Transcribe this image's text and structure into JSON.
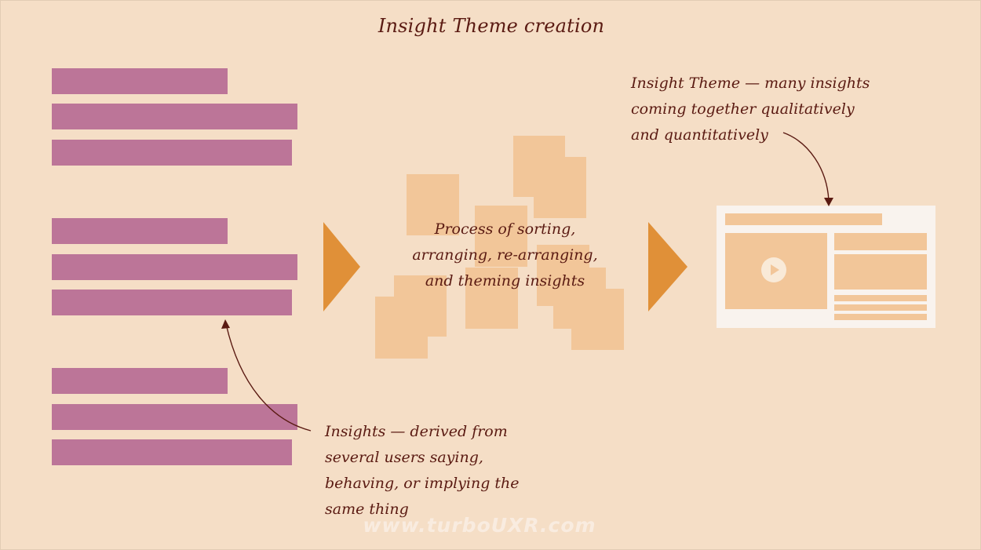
{
  "title": "Insight Theme creation",
  "insights_note": {
    "lines": [
      "Insights — derived from",
      "several users saying,",
      "behaving, or implying the",
      "same thing"
    ]
  },
  "process_note": {
    "lines": [
      "Process of sorting,",
      "arranging, re-arranging,",
      "and theming insights"
    ]
  },
  "theme_note": {
    "lines": [
      "Insight Theme — many insights",
      "coming together qualitatively",
      "and quantitatively"
    ]
  },
  "watermark": "www.turboUXR.com",
  "colors": {
    "background": "#f5dec6",
    "insight_bar": "#bc7598",
    "sticky_note": "#f2c699",
    "arrow": "#e09038",
    "ink": "#5a1a12",
    "screen": "#f9f3ee"
  },
  "icons": {
    "play": "play-icon"
  }
}
